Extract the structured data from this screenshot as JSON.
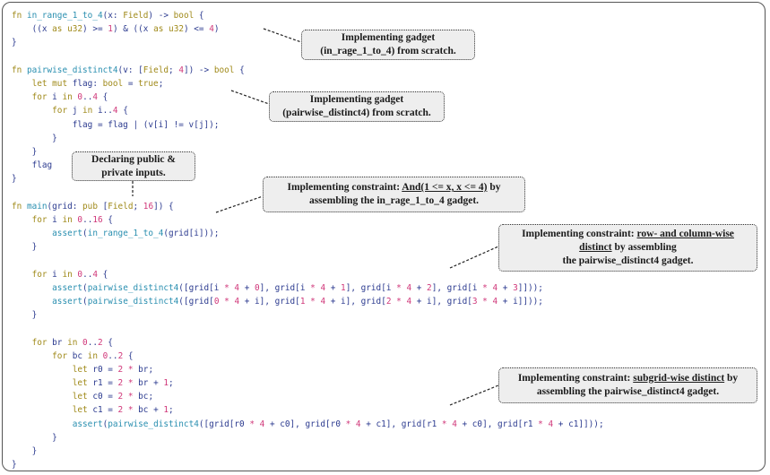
{
  "code_lines": [
    [
      {
        "t": "fn ",
        "c": "kw"
      },
      {
        "t": "in_range_1_to_4",
        "c": "fn"
      },
      {
        "t": "(x: ",
        "c": "tx"
      },
      {
        "t": "Field",
        "c": "ty"
      },
      {
        "t": ") -> ",
        "c": "tx"
      },
      {
        "t": "bool",
        "c": "ty"
      },
      {
        "t": " {",
        "c": "tx"
      }
    ],
    [
      {
        "t": "    ((x ",
        "c": "tx"
      },
      {
        "t": "as",
        "c": "kw"
      },
      {
        "t": " ",
        "c": "tx"
      },
      {
        "t": "u32",
        "c": "ty"
      },
      {
        "t": ") >= ",
        "c": "tx"
      },
      {
        "t": "1",
        "c": "nm"
      },
      {
        "t": ") & ((x ",
        "c": "tx"
      },
      {
        "t": "as",
        "c": "kw"
      },
      {
        "t": " ",
        "c": "tx"
      },
      {
        "t": "u32",
        "c": "ty"
      },
      {
        "t": ") <= ",
        "c": "tx"
      },
      {
        "t": "4",
        "c": "nm"
      },
      {
        "t": ")",
        "c": "tx"
      }
    ],
    [
      {
        "t": "}",
        "c": "tx"
      }
    ],
    [
      {
        "t": "",
        "c": "tx"
      }
    ],
    [
      {
        "t": "fn ",
        "c": "kw"
      },
      {
        "t": "pairwise_distinct4",
        "c": "fn"
      },
      {
        "t": "(v: [",
        "c": "tx"
      },
      {
        "t": "Field",
        "c": "ty"
      },
      {
        "t": "; ",
        "c": "tx"
      },
      {
        "t": "4",
        "c": "nm"
      },
      {
        "t": "]) -> ",
        "c": "tx"
      },
      {
        "t": "bool",
        "c": "ty"
      },
      {
        "t": " {",
        "c": "tx"
      }
    ],
    [
      {
        "t": "    ",
        "c": "tx"
      },
      {
        "t": "let mut",
        "c": "kw"
      },
      {
        "t": " flag: ",
        "c": "tx"
      },
      {
        "t": "bool",
        "c": "ty"
      },
      {
        "t": " = ",
        "c": "tx"
      },
      {
        "t": "true",
        "c": "kw"
      },
      {
        "t": ";",
        "c": "tx"
      }
    ],
    [
      {
        "t": "    ",
        "c": "tx"
      },
      {
        "t": "for",
        "c": "kw"
      },
      {
        "t": " i ",
        "c": "tx"
      },
      {
        "t": "in",
        "c": "kw"
      },
      {
        "t": " ",
        "c": "tx"
      },
      {
        "t": "0",
        "c": "nm"
      },
      {
        "t": "..",
        "c": "tx"
      },
      {
        "t": "4",
        "c": "nm"
      },
      {
        "t": " {",
        "c": "tx"
      }
    ],
    [
      {
        "t": "        ",
        "c": "tx"
      },
      {
        "t": "for",
        "c": "kw"
      },
      {
        "t": " j ",
        "c": "tx"
      },
      {
        "t": "in",
        "c": "kw"
      },
      {
        "t": " i..",
        "c": "tx"
      },
      {
        "t": "4",
        "c": "nm"
      },
      {
        "t": " {",
        "c": "tx"
      }
    ],
    [
      {
        "t": "            flag = flag | (v[i] != v[j]);",
        "c": "tx"
      }
    ],
    [
      {
        "t": "        }",
        "c": "tx"
      }
    ],
    [
      {
        "t": "    }",
        "c": "tx"
      }
    ],
    [
      {
        "t": "    flag",
        "c": "tx"
      }
    ],
    [
      {
        "t": "}",
        "c": "tx"
      }
    ],
    [
      {
        "t": "",
        "c": "tx"
      }
    ],
    [
      {
        "t": "fn ",
        "c": "kw"
      },
      {
        "t": "main",
        "c": "fn"
      },
      {
        "t": "(grid: ",
        "c": "tx"
      },
      {
        "t": "pub",
        "c": "kw"
      },
      {
        "t": " [",
        "c": "tx"
      },
      {
        "t": "Field",
        "c": "ty"
      },
      {
        "t": "; ",
        "c": "tx"
      },
      {
        "t": "16",
        "c": "nm"
      },
      {
        "t": "]) {",
        "c": "tx"
      }
    ],
    [
      {
        "t": "    ",
        "c": "tx"
      },
      {
        "t": "for",
        "c": "kw"
      },
      {
        "t": " i ",
        "c": "tx"
      },
      {
        "t": "in",
        "c": "kw"
      },
      {
        "t": " ",
        "c": "tx"
      },
      {
        "t": "0",
        "c": "nm"
      },
      {
        "t": "..",
        "c": "tx"
      },
      {
        "t": "16",
        "c": "nm"
      },
      {
        "t": " {",
        "c": "tx"
      }
    ],
    [
      {
        "t": "        ",
        "c": "tx"
      },
      {
        "t": "assert",
        "c": "fn"
      },
      {
        "t": "(",
        "c": "tx"
      },
      {
        "t": "in_range_1_to_4",
        "c": "fn"
      },
      {
        "t": "(grid[i]));",
        "c": "tx"
      }
    ],
    [
      {
        "t": "    }",
        "c": "tx"
      }
    ],
    [
      {
        "t": "",
        "c": "tx"
      }
    ],
    [
      {
        "t": "    ",
        "c": "tx"
      },
      {
        "t": "for",
        "c": "kw"
      },
      {
        "t": " i ",
        "c": "tx"
      },
      {
        "t": "in",
        "c": "kw"
      },
      {
        "t": " ",
        "c": "tx"
      },
      {
        "t": "0",
        "c": "nm"
      },
      {
        "t": "..",
        "c": "tx"
      },
      {
        "t": "4",
        "c": "nm"
      },
      {
        "t": " {",
        "c": "tx"
      }
    ],
    [
      {
        "t": "        ",
        "c": "tx"
      },
      {
        "t": "assert",
        "c": "fn"
      },
      {
        "t": "(",
        "c": "tx"
      },
      {
        "t": "pairwise_distinct4",
        "c": "fn"
      },
      {
        "t": "([grid[i ",
        "c": "tx"
      },
      {
        "t": "*",
        "c": "nm"
      },
      {
        "t": " ",
        "c": "tx"
      },
      {
        "t": "4",
        "c": "nm"
      },
      {
        "t": " + ",
        "c": "tx"
      },
      {
        "t": "0",
        "c": "nm"
      },
      {
        "t": "], grid[i ",
        "c": "tx"
      },
      {
        "t": "*",
        "c": "nm"
      },
      {
        "t": " ",
        "c": "tx"
      },
      {
        "t": "4",
        "c": "nm"
      },
      {
        "t": " + ",
        "c": "tx"
      },
      {
        "t": "1",
        "c": "nm"
      },
      {
        "t": "], grid[i ",
        "c": "tx"
      },
      {
        "t": "*",
        "c": "nm"
      },
      {
        "t": " ",
        "c": "tx"
      },
      {
        "t": "4",
        "c": "nm"
      },
      {
        "t": " + ",
        "c": "tx"
      },
      {
        "t": "2",
        "c": "nm"
      },
      {
        "t": "], grid[i ",
        "c": "tx"
      },
      {
        "t": "*",
        "c": "nm"
      },
      {
        "t": " ",
        "c": "tx"
      },
      {
        "t": "4",
        "c": "nm"
      },
      {
        "t": " + ",
        "c": "tx"
      },
      {
        "t": "3",
        "c": "nm"
      },
      {
        "t": "]]));",
        "c": "tx"
      }
    ],
    [
      {
        "t": "        ",
        "c": "tx"
      },
      {
        "t": "assert",
        "c": "fn"
      },
      {
        "t": "(",
        "c": "tx"
      },
      {
        "t": "pairwise_distinct4",
        "c": "fn"
      },
      {
        "t": "([grid[",
        "c": "tx"
      },
      {
        "t": "0",
        "c": "nm"
      },
      {
        "t": " ",
        "c": "tx"
      },
      {
        "t": "*",
        "c": "nm"
      },
      {
        "t": " ",
        "c": "tx"
      },
      {
        "t": "4",
        "c": "nm"
      },
      {
        "t": " + i], grid[",
        "c": "tx"
      },
      {
        "t": "1",
        "c": "nm"
      },
      {
        "t": " ",
        "c": "tx"
      },
      {
        "t": "*",
        "c": "nm"
      },
      {
        "t": " ",
        "c": "tx"
      },
      {
        "t": "4",
        "c": "nm"
      },
      {
        "t": " + i], grid[",
        "c": "tx"
      },
      {
        "t": "2",
        "c": "nm"
      },
      {
        "t": " ",
        "c": "tx"
      },
      {
        "t": "*",
        "c": "nm"
      },
      {
        "t": " ",
        "c": "tx"
      },
      {
        "t": "4",
        "c": "nm"
      },
      {
        "t": " + i], grid[",
        "c": "tx"
      },
      {
        "t": "3",
        "c": "nm"
      },
      {
        "t": " ",
        "c": "tx"
      },
      {
        "t": "*",
        "c": "nm"
      },
      {
        "t": " ",
        "c": "tx"
      },
      {
        "t": "4",
        "c": "nm"
      },
      {
        "t": " + i]]));",
        "c": "tx"
      }
    ],
    [
      {
        "t": "    }",
        "c": "tx"
      }
    ],
    [
      {
        "t": "",
        "c": "tx"
      }
    ],
    [
      {
        "t": "    ",
        "c": "tx"
      },
      {
        "t": "for",
        "c": "kw"
      },
      {
        "t": " br ",
        "c": "tx"
      },
      {
        "t": "in",
        "c": "kw"
      },
      {
        "t": " ",
        "c": "tx"
      },
      {
        "t": "0",
        "c": "nm"
      },
      {
        "t": "..",
        "c": "tx"
      },
      {
        "t": "2",
        "c": "nm"
      },
      {
        "t": " {",
        "c": "tx"
      }
    ],
    [
      {
        "t": "        ",
        "c": "tx"
      },
      {
        "t": "for",
        "c": "kw"
      },
      {
        "t": " bc ",
        "c": "tx"
      },
      {
        "t": "in",
        "c": "kw"
      },
      {
        "t": " ",
        "c": "tx"
      },
      {
        "t": "0",
        "c": "nm"
      },
      {
        "t": "..",
        "c": "tx"
      },
      {
        "t": "2",
        "c": "nm"
      },
      {
        "t": " {",
        "c": "tx"
      }
    ],
    [
      {
        "t": "            ",
        "c": "tx"
      },
      {
        "t": "let",
        "c": "kw"
      },
      {
        "t": " r0 = ",
        "c": "tx"
      },
      {
        "t": "2",
        "c": "nm"
      },
      {
        "t": " ",
        "c": "tx"
      },
      {
        "t": "*",
        "c": "nm"
      },
      {
        "t": " br;",
        "c": "tx"
      }
    ],
    [
      {
        "t": "            ",
        "c": "tx"
      },
      {
        "t": "let",
        "c": "kw"
      },
      {
        "t": " r1 = ",
        "c": "tx"
      },
      {
        "t": "2",
        "c": "nm"
      },
      {
        "t": " ",
        "c": "tx"
      },
      {
        "t": "*",
        "c": "nm"
      },
      {
        "t": " br + ",
        "c": "tx"
      },
      {
        "t": "1",
        "c": "nm"
      },
      {
        "t": ";",
        "c": "tx"
      }
    ],
    [
      {
        "t": "            ",
        "c": "tx"
      },
      {
        "t": "let",
        "c": "kw"
      },
      {
        "t": " c0 = ",
        "c": "tx"
      },
      {
        "t": "2",
        "c": "nm"
      },
      {
        "t": " ",
        "c": "tx"
      },
      {
        "t": "*",
        "c": "nm"
      },
      {
        "t": " bc;",
        "c": "tx"
      }
    ],
    [
      {
        "t": "            ",
        "c": "tx"
      },
      {
        "t": "let",
        "c": "kw"
      },
      {
        "t": " c1 = ",
        "c": "tx"
      },
      {
        "t": "2",
        "c": "nm"
      },
      {
        "t": " ",
        "c": "tx"
      },
      {
        "t": "*",
        "c": "nm"
      },
      {
        "t": " bc + ",
        "c": "tx"
      },
      {
        "t": "1",
        "c": "nm"
      },
      {
        "t": ";",
        "c": "tx"
      }
    ],
    [
      {
        "t": "            ",
        "c": "tx"
      },
      {
        "t": "assert",
        "c": "fn"
      },
      {
        "t": "(",
        "c": "tx"
      },
      {
        "t": "pairwise_distinct4",
        "c": "fn"
      },
      {
        "t": "([grid[r0 ",
        "c": "tx"
      },
      {
        "t": "*",
        "c": "nm"
      },
      {
        "t": " ",
        "c": "tx"
      },
      {
        "t": "4",
        "c": "nm"
      },
      {
        "t": " + c0], grid[r0 ",
        "c": "tx"
      },
      {
        "t": "*",
        "c": "nm"
      },
      {
        "t": " ",
        "c": "tx"
      },
      {
        "t": "4",
        "c": "nm"
      },
      {
        "t": " + c1], grid[r1 ",
        "c": "tx"
      },
      {
        "t": "*",
        "c": "nm"
      },
      {
        "t": " ",
        "c": "tx"
      },
      {
        "t": "4",
        "c": "nm"
      },
      {
        "t": " + c0], grid[r1 ",
        "c": "tx"
      },
      {
        "t": "*",
        "c": "nm"
      },
      {
        "t": " ",
        "c": "tx"
      },
      {
        "t": "4",
        "c": "nm"
      },
      {
        "t": " + c1]]));",
        "c": "tx"
      }
    ],
    [
      {
        "t": "        }",
        "c": "tx"
      }
    ],
    [
      {
        "t": "    }",
        "c": "tx"
      }
    ],
    [
      {
        "t": "}",
        "c": "tx"
      }
    ]
  ],
  "notes": {
    "gadget_range": {
      "line1": "Implementing gadget",
      "line2": "(in_rage_1_to_4) from scratch."
    },
    "gadget_distinct": {
      "line1": "Implementing gadget",
      "line2": "(pairwise_distinct4) from scratch."
    },
    "inputs": {
      "line1": "Declaring public &",
      "line2": "private inputs."
    },
    "constraint_range": {
      "prefix": "Implementing constraint: ",
      "emph": "And(1 <= x, x <= 4)",
      "suffix": " by",
      "line2": "assembling the in_rage_1_to_4 gadget."
    },
    "constraint_rowcol": {
      "prefix": "Implementing constraint: ",
      "emph1": "row- and column-wise",
      "emph2": "distinct",
      "suffix": " by assembling",
      "line3": "the pairwise_distinct4 gadget."
    },
    "constraint_subgrid": {
      "prefix": "Implementing constraint: ",
      "emph": "subgrid-wise distinct",
      "suffix": " by",
      "line2": "assembling the pairwise_distinct4 gadget."
    }
  },
  "colors": {
    "keyword": "#a08a1a",
    "type": "#a08a1a",
    "number": "#d0387a",
    "function": "#2a8fb0",
    "text": "#2b3a8f",
    "note_bg": "#eeeeee"
  }
}
